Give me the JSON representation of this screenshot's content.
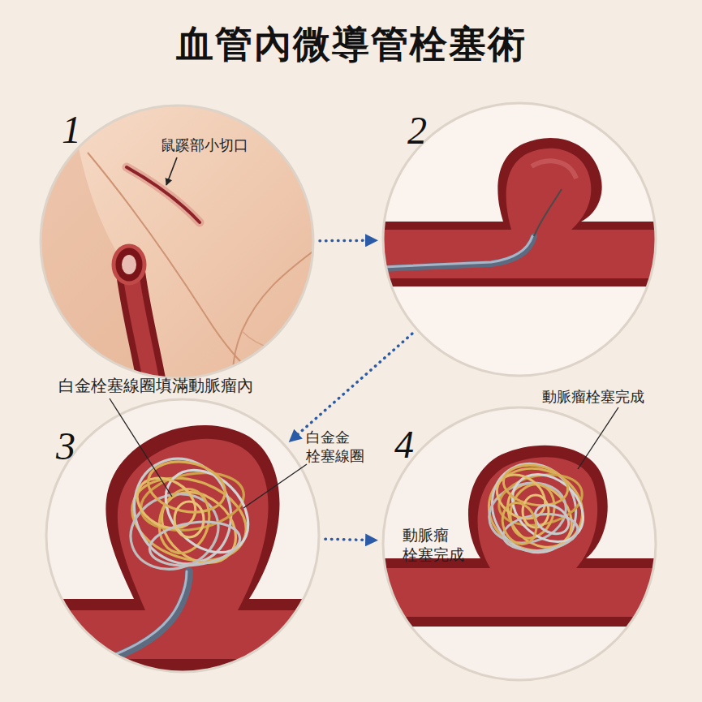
{
  "diagram": {
    "title": "血管內微導管栓塞術",
    "nodes": [
      {
        "text": [
          "1",
          "鼠蹊部小切口"
        ]
      },
      {
        "text": [
          "2"
        ]
      },
      {
        "text": [
          "3",
          "白金金 栓塞線圈"
        ]
      },
      {
        "text": [
          "4",
          "動脈瘤 栓塞完成"
        ]
      }
    ],
    "edges": [
      {
        "from": 0,
        "to": 1,
        "arrow": "to"
      },
      {
        "from": 1,
        "to": 2,
        "arrow": "to"
      },
      {
        "from": 2,
        "to": 3,
        "arrow": "to"
      }
    ],
    "labels": [
      "白金栓塞線圈填滿動脈瘤內",
      "動脈瘤栓塞完成"
    ]
  }
}
